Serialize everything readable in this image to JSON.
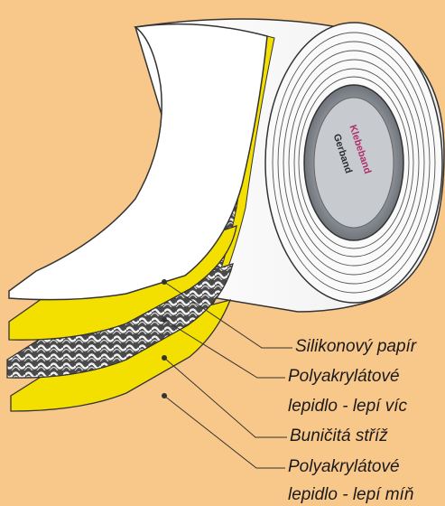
{
  "labels": [
    "Silikonový papír",
    "Polyakrylátové",
    "lepidlo - lepí víc",
    "Buničitá stříž",
    "Polyakrylátové",
    "lepidlo - lepí míň"
  ],
  "core_print": {
    "word_1": "Klebeband",
    "word_2": "Gerband"
  },
  "colors": {
    "background": "#f8c78a",
    "paper": "#ffffff",
    "adhesive": "#f4e000",
    "fleece": "#6b6b6b",
    "outline": "#333333",
    "core_print": "#b0306a"
  }
}
